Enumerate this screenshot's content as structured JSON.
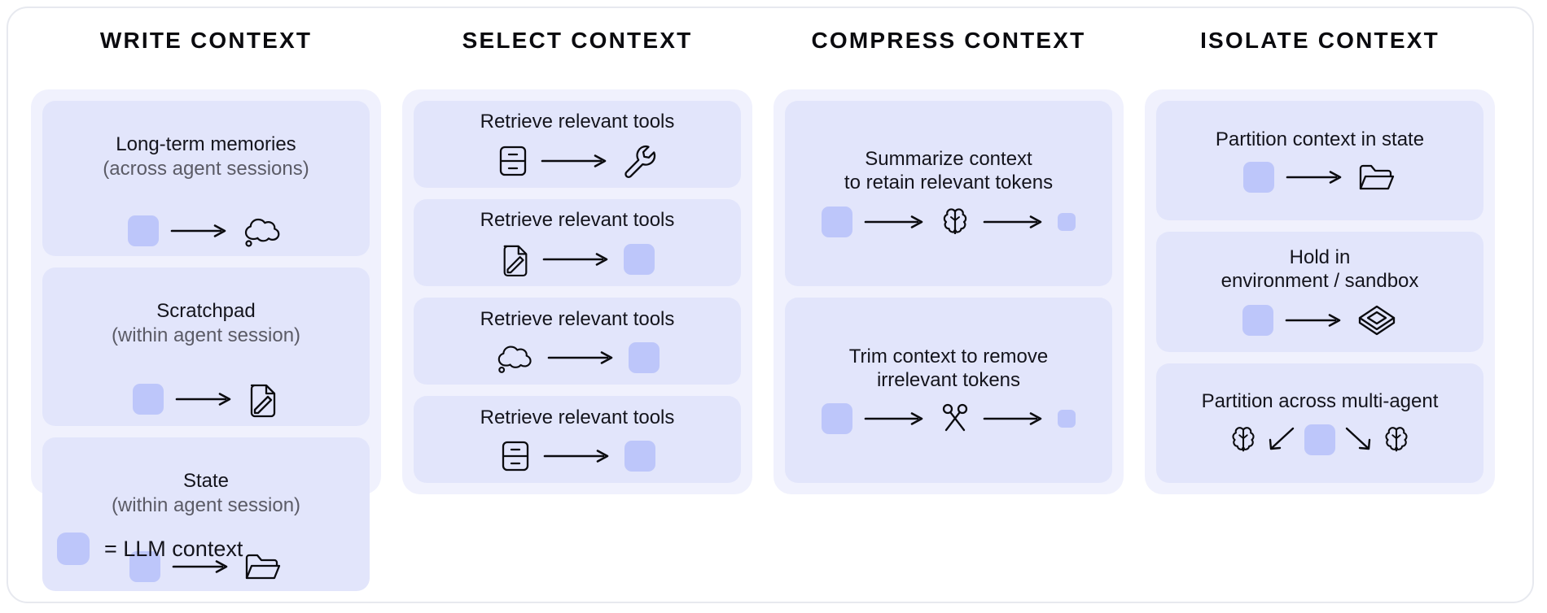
{
  "legend": {
    "swatch_icon": "llm-context-swatch",
    "text": "= LLM context",
    "color": "#bdc6fa"
  },
  "colors": {
    "panel_bg": "#f0f1fd",
    "card_bg": "#e2e5fb",
    "llm_block": "#bdc6fa",
    "text": "#14141c",
    "subtext": "#5b5b66",
    "stroke": "#0b0b0f"
  },
  "columns": [
    {
      "title": "WRITE CONTEXT",
      "cards": [
        {
          "title": "Long-term memories",
          "subtitle": "(across agent sessions)",
          "flow": [
            "llm-block",
            "arrow-right",
            "thought-cloud-icon"
          ]
        },
        {
          "title": "Scratchpad",
          "subtitle": "(within agent session)",
          "flow": [
            "llm-block",
            "arrow-right",
            "document-pencil-icon"
          ]
        },
        {
          "title": "State",
          "subtitle": "(within agent session)",
          "flow": [
            "llm-block",
            "arrow-right",
            "open-folder-icon"
          ]
        }
      ]
    },
    {
      "title": "SELECT CONTEXT",
      "cards": [
        {
          "title": "Retrieve relevant tools",
          "subtitle": "",
          "flow": [
            "stacked-list-icon",
            "arrow-right",
            "wrench-icon"
          ]
        },
        {
          "title": "Retrieve relevant tools",
          "subtitle": "",
          "flow": [
            "document-pencil-icon",
            "arrow-right",
            "llm-block"
          ]
        },
        {
          "title": "Retrieve relevant tools",
          "subtitle": "",
          "flow": [
            "thought-cloud-icon",
            "arrow-right",
            "llm-block"
          ]
        },
        {
          "title": "Retrieve relevant tools",
          "subtitle": "",
          "flow": [
            "stacked-list-icon",
            "arrow-right",
            "llm-block"
          ]
        }
      ]
    },
    {
      "title": "COMPRESS CONTEXT",
      "cards": [
        {
          "title": "Summarize context\nto retain relevant tokens",
          "subtitle": "",
          "flow": [
            "llm-block",
            "arrow-right",
            "brain-icon",
            "arrow-right",
            "llm-block-small"
          ]
        },
        {
          "title": "Trim context to remove\nirrelevant tokens",
          "subtitle": "",
          "flow": [
            "llm-block",
            "arrow-right",
            "scissors-icon",
            "arrow-right",
            "llm-block-small"
          ]
        }
      ]
    },
    {
      "title": "ISOLATE CONTEXT",
      "cards": [
        {
          "title": "Partition context in state",
          "subtitle": "",
          "flow": [
            "llm-block",
            "arrow-right",
            "open-folder-icon"
          ]
        },
        {
          "title": "Hold in\nenvironment / sandbox",
          "subtitle": "",
          "flow": [
            "llm-block",
            "arrow-right",
            "sandbox-box-icon"
          ]
        },
        {
          "title": "Partition across multi-agent",
          "subtitle": "",
          "flow": [
            "brain-icon",
            "arrow-down-left",
            "llm-block",
            "arrow-down-right",
            "brain-icon"
          ]
        }
      ]
    }
  ]
}
